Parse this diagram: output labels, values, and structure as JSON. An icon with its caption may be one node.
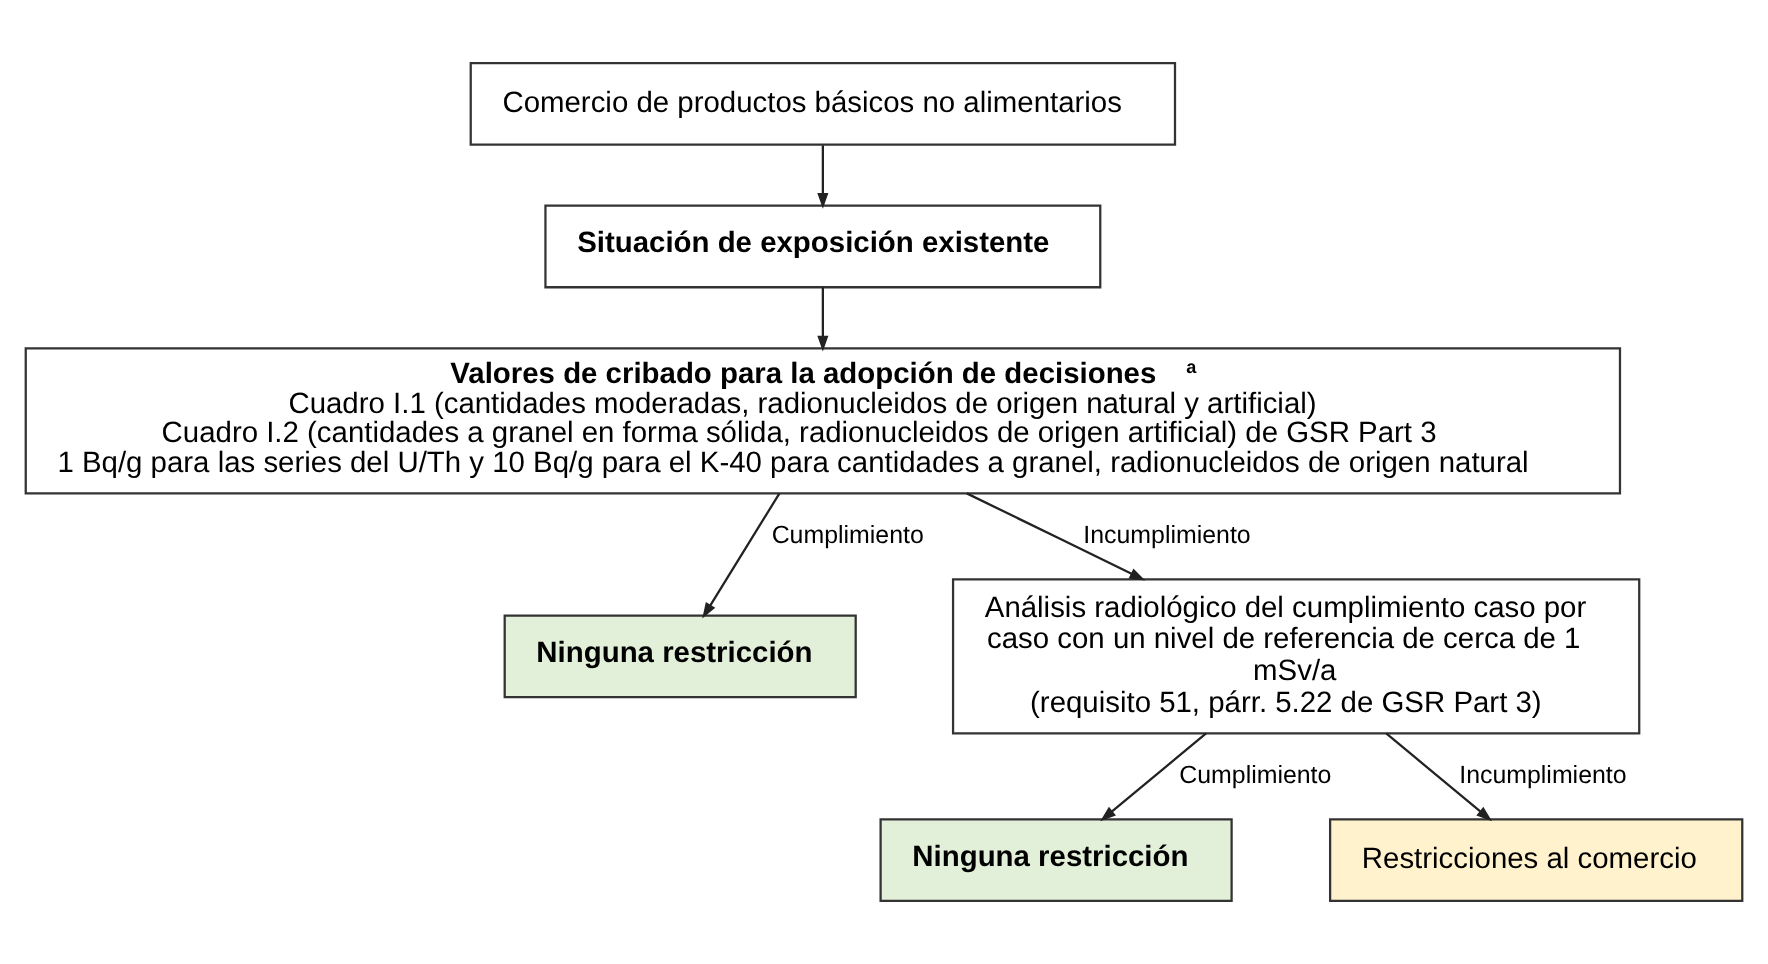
{
  "diagram": {
    "nodes": [
      {
        "text": [
          "Comercio de productos básicos no alimentarios"
        ]
      },
      {
        "text": [
          "Situación de exposición existente"
        ]
      },
      {
        "text": [
          "Valores de cribado para la adopción de decisiones$^{a}$",
          "Cuadro I.1 (cantidades moderadas, radionucleidos de origen natural y artificial)",
          "Cuadro I.2 (cantidades a granel en forma sólida, radionucleidos de origen artificial) de GSR Part 3",
          "1 Bq/g para las series del U/Th y 10 Bq/g para el K-40 para cantidades a granel, radionucleidos de origen natural"
        ]
      },
      {
        "text": [
          "Ninguna restricción"
        ]
      },
      {
        "text": [
          "Análisis radiológico del cumplimiento caso por caso con un nivel de referencia de cerca de 1 mSv/a",
          "(requisito 51, párr. 5.22 de GSR Part 3)"
        ]
      },
      {
        "text": [
          "Ninguna restricción"
        ]
      },
      {
        "text": [
          "Restricciones al comercio"
        ]
      }
    ],
    "edges": [
      {
        "from": 0,
        "to": 1,
        "arrow": "to"
      },
      {
        "from": 1,
        "to": 2,
        "arrow": "to"
      },
      {
        "from": 2,
        "to": 3,
        "arrow": "to",
        "label": "Cumplimiento"
      },
      {
        "from": 2,
        "to": 4,
        "arrow": "to",
        "label": "Incumplimiento"
      },
      {
        "from": 4,
        "to": 5,
        "arrow": "to",
        "label": "Cumplimiento"
      },
      {
        "from": 4,
        "to": 6,
        "arrow": "to",
        "label": "Incumplimiento"
      }
    ]
  }
}
